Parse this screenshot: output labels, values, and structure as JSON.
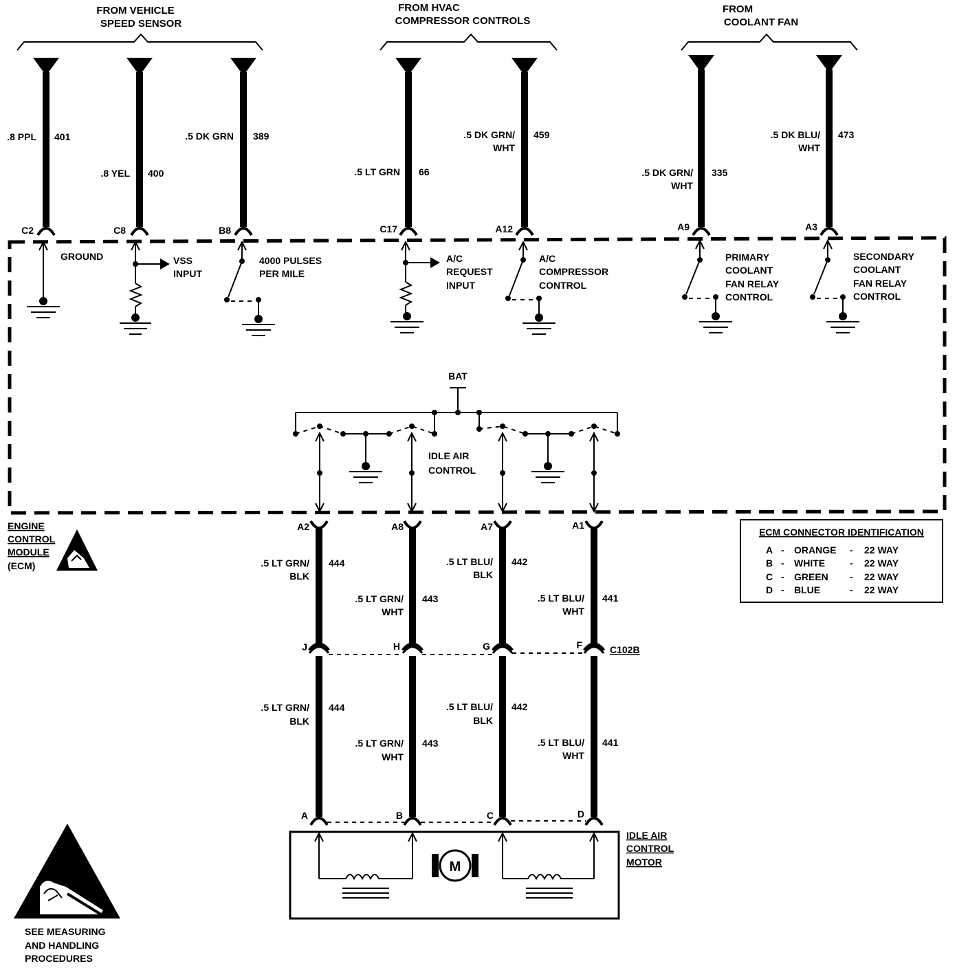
{
  "sources": {
    "vss": [
      "FROM VEHICLE",
      "SPEED SENSOR"
    ],
    "hvac": [
      "FROM HVAC",
      "COMPRESSOR CONTROLS"
    ],
    "fan": [
      "FROM",
      "COOLANT FAN"
    ]
  },
  "top_wires": [
    {
      "color": ".8 PPL",
      "circuit": "401",
      "pin": "C2"
    },
    {
      "color": ".8 YEL",
      "circuit": "400",
      "pin": "C8"
    },
    {
      "color": ".5 DK GRN",
      "circuit": "389",
      "pin": "B8"
    },
    {
      "color": ".5 LT GRN",
      "circuit": "66",
      "pin": "C17"
    },
    {
      "color1": ".5 DK GRN/",
      "color2": "WHT",
      "circuit": "459",
      "pin": "A12"
    },
    {
      "color1": ".5 DK GRN/",
      "color2": "WHT",
      "circuit": "335",
      "pin": "A9"
    },
    {
      "color1": ".5 DK BLU/",
      "color2": "WHT",
      "circuit": "473",
      "pin": "A3"
    }
  ],
  "internal": {
    "ground": "GROUND",
    "vss": [
      "VSS",
      "INPUT"
    ],
    "pulses": [
      "4000 PULSES",
      "PER MILE"
    ],
    "ac_req": [
      "A/C",
      "REQUEST",
      "INPUT"
    ],
    "ac_comp": [
      "A/C",
      "COMPRESSOR",
      "CONTROL"
    ],
    "primary": [
      "PRIMARY",
      "COOLANT",
      "FAN RELAY",
      "CONTROL"
    ],
    "secondary": [
      "SECONDARY",
      "COOLANT",
      "FAN RELAY",
      "CONTROL"
    ],
    "bat": "BAT",
    "iac": [
      "IDLE AIR",
      "CONTROL"
    ]
  },
  "ecm_label": [
    "ENGINE",
    "CONTROL",
    "MODULE",
    "(ECM)"
  ],
  "bottom_wires": [
    {
      "pin": "A2",
      "upper": [
        ".5 LT GRN/",
        "BLK"
      ],
      "circuit": "444",
      "cpin": "J",
      "motor_pin": "A"
    },
    {
      "pin": "A8",
      "upper": [
        ".5 LT GRN/",
        "WHT"
      ],
      "circuit": "443",
      "cpin": "H",
      "motor_pin": "B"
    },
    {
      "pin": "A7",
      "upper": [
        ".5 LT BLU/",
        "BLK"
      ],
      "circuit": "442",
      "cpin": "G",
      "motor_pin": "C"
    },
    {
      "pin": "A1",
      "upper": [
        ".5 LT BLU/",
        "WHT"
      ],
      "circuit": "441",
      "cpin": "F",
      "motor_pin": "D"
    }
  ],
  "connector_c102b": "C102B",
  "motor_label": [
    "IDLE AIR",
    "CONTROL",
    "MOTOR"
  ],
  "motor_symbol": "M",
  "connector_id": {
    "title": "ECM CONNECTOR IDENTIFICATION",
    "rows": [
      {
        "letter": "A",
        "color": "ORANGE",
        "size": "22 WAY"
      },
      {
        "letter": "B",
        "color": "WHITE",
        "size": "22 WAY"
      },
      {
        "letter": "C",
        "color": "GREEN",
        "size": "22 WAY"
      },
      {
        "letter": "D",
        "color": "BLUE",
        "size": "22 WAY"
      }
    ],
    "dash": "-"
  },
  "esd_note": [
    "SEE MEASURING",
    "AND HANDLING",
    "PROCEDURES"
  ]
}
